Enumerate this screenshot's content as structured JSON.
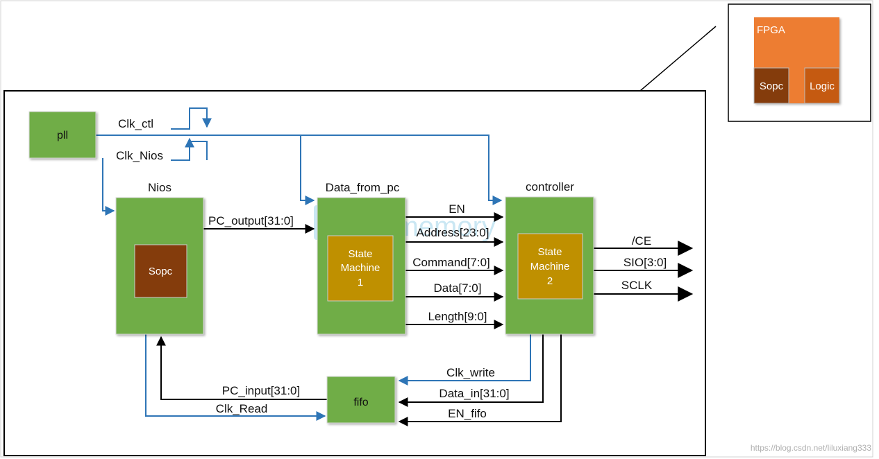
{
  "blocks": {
    "pll": "pll",
    "nios": "Nios",
    "nios_inner": "Sopc",
    "data_from_pc": "Data_from_pc",
    "sm1": [
      "State",
      "Machine",
      "1"
    ],
    "controller": "controller",
    "sm2": [
      "State",
      "Machine",
      "2"
    ],
    "fifo": "fifo"
  },
  "signals": {
    "clk_ctl": "Clk_ctl",
    "clk_nios": "Clk_Nios",
    "pc_output": "PC_output[31:0]",
    "en": "EN",
    "address": "Address[23:0]",
    "command": "Command[7:0]",
    "data": "Data[7:0]",
    "length": "Length[9:0]",
    "ce": "/CE",
    "sio": "SIO[3:0]",
    "sclk": "SCLK",
    "clk_write": "Clk_write",
    "data_in": "Data_in[31:0]",
    "en_fifo": "EN_fifo",
    "pc_input": "PC_input[31:0]",
    "clk_read": "Clk_Read"
  },
  "fpga": {
    "title": "FPGA",
    "sopc": "Sopc",
    "logic": "Logic"
  },
  "watermark": {
    "logo_text": "apmemory",
    "url": "https://blog.csdn.net/liluxiang333"
  },
  "colors": {
    "green_block": "#70ad47",
    "inner_brown": "#843c0c",
    "inner_gold": "#bf9000",
    "fpga_orange": "#ed7d31",
    "fpga_logic": "#c55a11",
    "clock_wire": "#2e75b6",
    "data_wire": "#000000"
  }
}
